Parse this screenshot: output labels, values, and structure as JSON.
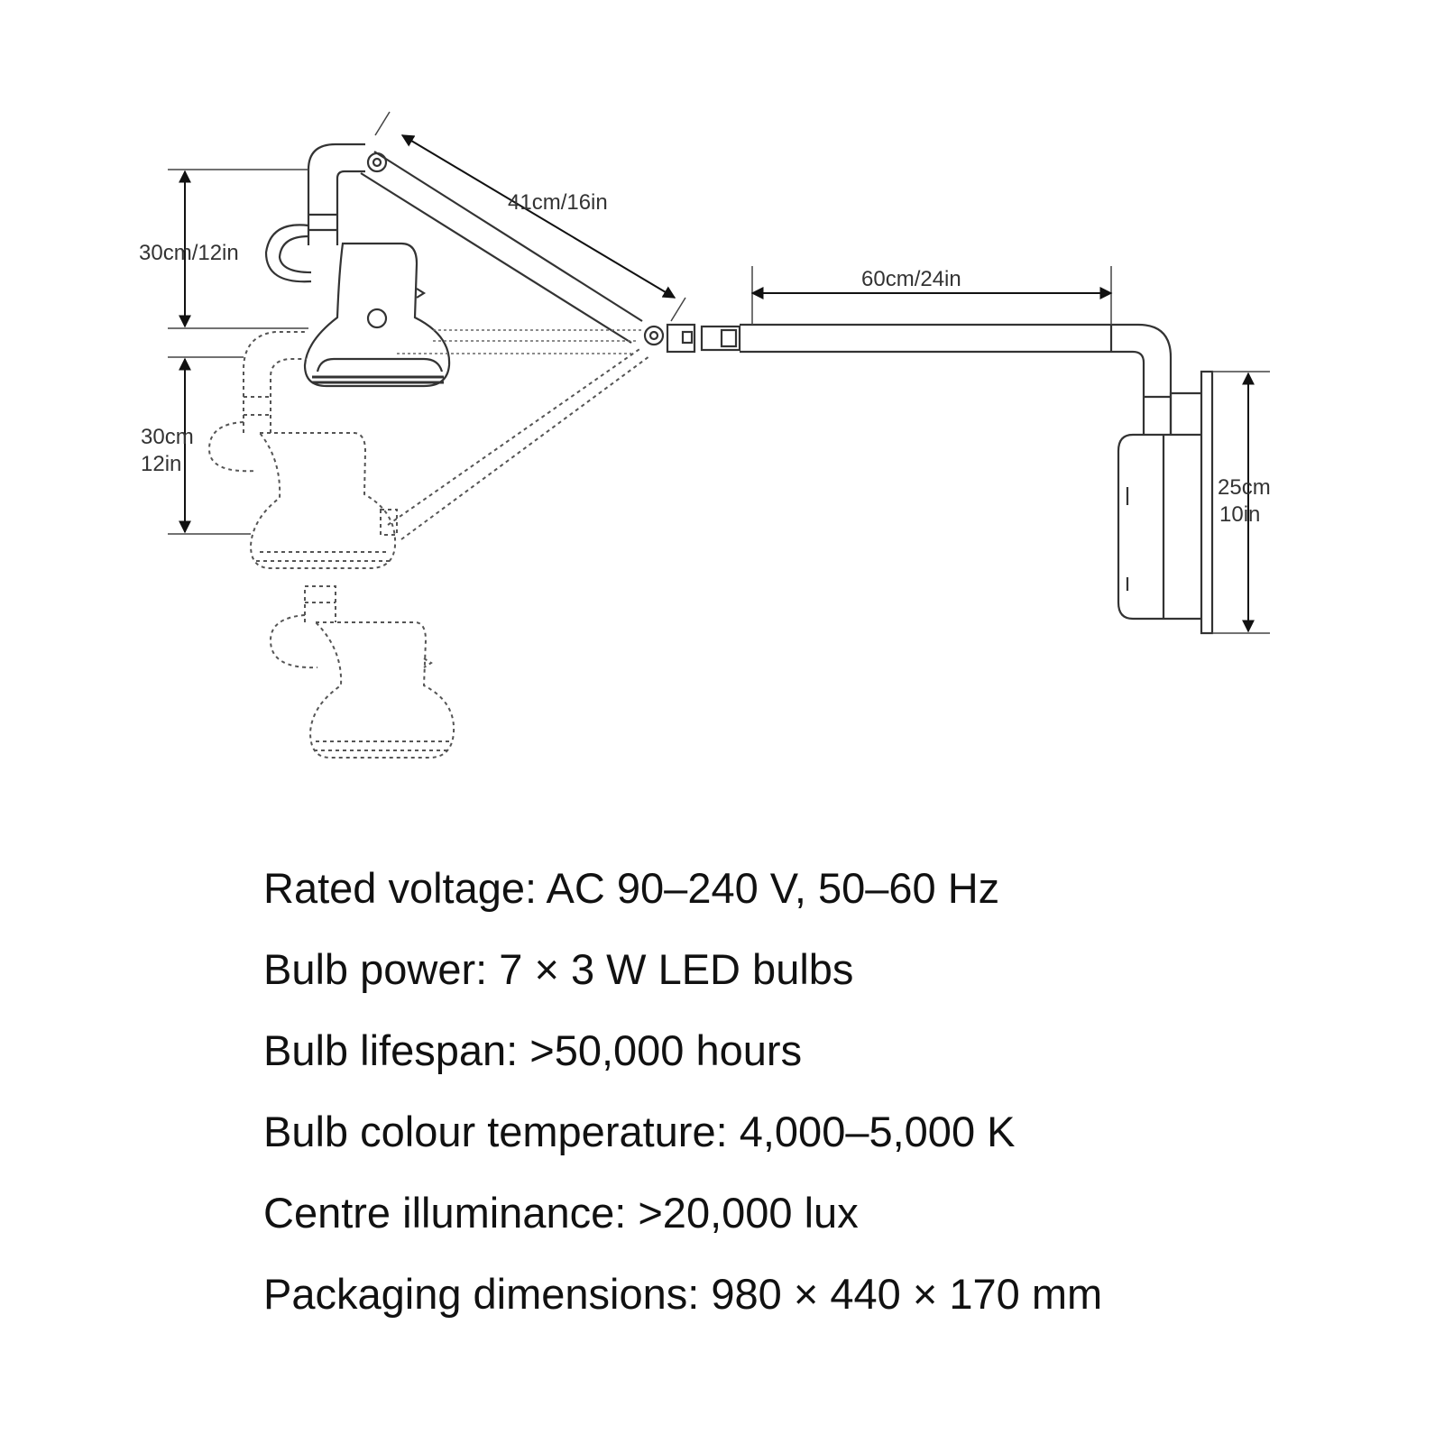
{
  "diagram": {
    "dimensions": {
      "arm_length": "41cm/16in",
      "extension_length": "60cm/24in",
      "upper_height": "30cm/12in",
      "lower_height_cm": "30cm",
      "lower_height_in": "12in",
      "base_height_cm": "25cm",
      "base_height_in": "10in"
    },
    "icons": [
      "lamp-head-icon",
      "wall-mount-icon",
      "arrow-icon"
    ],
    "colors": {
      "line": "#333333",
      "text": "#111111",
      "background": "#ffffff"
    }
  },
  "specs": [
    "Rated voltage: AC 90–240 V, 50–60 Hz",
    "Bulb power: 7 × 3 W LED bulbs",
    "Bulb lifespan: >50,000 hours",
    "Bulb colour temperature: 4,000–5,000 K",
    "Centre illuminance: >20,000 lux",
    "Packaging dimensions: 980 × 440 × 170 mm"
  ]
}
